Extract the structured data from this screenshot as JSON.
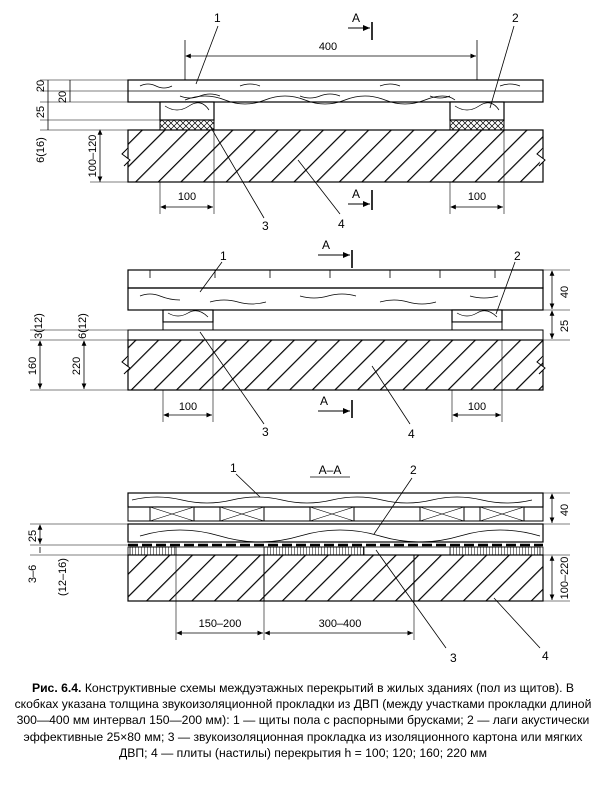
{
  "diagram1": {
    "numbers": [
      "1",
      "2",
      "3",
      "4"
    ],
    "section_label": "А",
    "dims": {
      "span": "400",
      "top_a": "20",
      "top_b": "20",
      "joist": "25",
      "pad": "6(16)",
      "slab": "100–120",
      "support_l": "100",
      "support_r": "100"
    }
  },
  "diagram2": {
    "numbers": [
      "1",
      "2",
      "3",
      "4"
    ],
    "section_label": "А",
    "dims": {
      "right_top": "40",
      "right_mid": "25",
      "pad_a": "3(12)",
      "pad_b": "6(12)",
      "slab_a": "160",
      "slab_b": "220",
      "support_l": "100",
      "support_r": "100"
    }
  },
  "diagram3": {
    "title": "А–А",
    "numbers": [
      "1",
      "2",
      "3",
      "4"
    ],
    "dims": {
      "right_top": "40",
      "left_joist": "25",
      "pad_a": "3–6",
      "pad_b": "(12–16)",
      "slab": "100–220",
      "gap": "150–200",
      "strip": "300–400"
    }
  },
  "caption": {
    "label": "Рис. 6.4.",
    "text": " Конструктивные схемы междуэтажных перекрытий в жилых зданиях (пол из щитов). В скобках указана толщина звукоизоляционной прокладки из ДВП (между участками прокладки длиной 300—400 мм интервал 150—200 мм): 1 — щиты пола с распорными брусками; 2 — лаги акустически эффективные 25×80 мм; 3 — звукоизоляционная прокладка из изоляционного картона или мягких ДВП; 4 — плиты (настилы) перекрытия h = 100; 120; 160; 220 мм"
  }
}
